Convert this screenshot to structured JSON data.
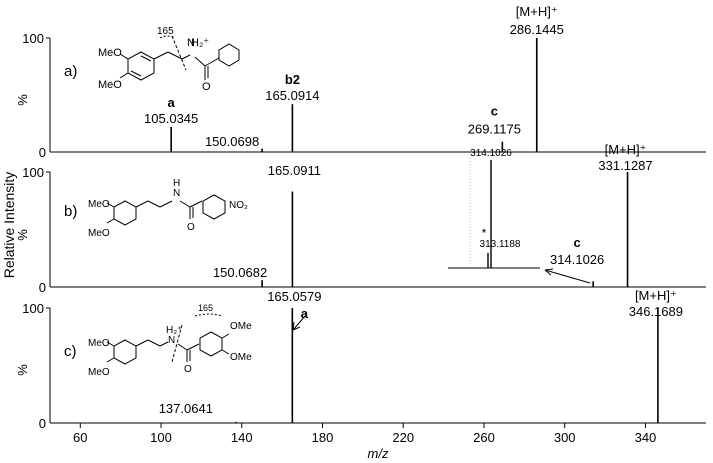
{
  "chart_data": [
    {
      "type": "bar",
      "panel_label": "a)",
      "peaks": [
        {
          "mz": 105.0345,
          "label": "105.0345",
          "tag": "a",
          "intensity": 22
        },
        {
          "mz": 150.0698,
          "label": "150.0698",
          "intensity": 3
        },
        {
          "mz": 165.0914,
          "label": "165.0914",
          "tag": "b2",
          "intensity": 42
        },
        {
          "mz": 269.1175,
          "label": "269.1175",
          "tag": "c",
          "intensity": 9
        },
        {
          "mz": 286.1445,
          "label": "286.1445",
          "tag": "[M+H]⁺",
          "intensity": 100
        }
      ],
      "structure": {
        "substituents": [
          "MeO",
          "MeO"
        ],
        "nh_label": "H₂⁺",
        "fragment_label": "165"
      }
    },
    {
      "type": "bar",
      "panel_label": "b)",
      "peaks": [
        {
          "mz": 150.0682,
          "label": "150.0682",
          "intensity": 6
        },
        {
          "mz": 165.0911,
          "label": "165.0911",
          "intensity": 83
        },
        {
          "mz": 314.1026,
          "label": "314.1026",
          "tag": "c",
          "intensity": 5
        },
        {
          "mz": 331.1287,
          "label": "331.1287",
          "tag": "[M+H]⁺",
          "intensity": 100
        }
      ],
      "inset": {
        "peaks": [
          {
            "label": "313.1188",
            "tag": "*",
            "intensity": 14
          },
          {
            "label": "314.1026",
            "intensity": 100
          }
        ]
      },
      "structure": {
        "substituents": [
          "MeO",
          "MeO"
        ],
        "nh_label": "H",
        "nitro_label": "NO₂"
      }
    },
    {
      "type": "bar",
      "panel_label": "c)",
      "peaks": [
        {
          "mz": 137.0641,
          "label": "137.0641",
          "intensity": 1
        },
        {
          "mz": 165.0579,
          "label": "165.0579",
          "tag": "a",
          "intensity": 100
        },
        {
          "mz": 346.1689,
          "label": "346.1689",
          "tag": "[M+H]⁺",
          "intensity": 100
        }
      ],
      "structure": {
        "substituents": [
          "MeO",
          "MeO",
          "OMe",
          "OMe"
        ],
        "nh_label": "H₂⁺",
        "fragment_label": "165"
      }
    }
  ],
  "axes": {
    "xlabel": "m/z",
    "ylabel": "Relative Intensity",
    "xlim": [
      45,
      370
    ],
    "x_ticks": [
      60,
      100,
      140,
      180,
      220,
      260,
      300,
      340
    ],
    "y_tick_top": "100",
    "y_tick_bottom": "0",
    "y_unit": "%"
  }
}
